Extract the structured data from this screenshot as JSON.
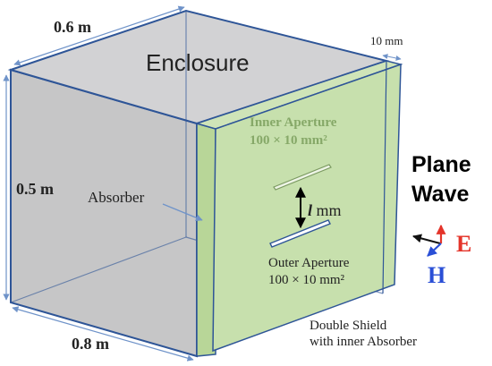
{
  "figure": {
    "title": "Enclosure",
    "dims": {
      "depth": "0.6 m",
      "height": "0.5 m",
      "width": "0.8 m",
      "thickness": "10 mm"
    },
    "labels": {
      "absorber": "Absorber",
      "inner_aperture": "Inner Aperture",
      "inner_aperture_size": "100 × 10 mm²",
      "outer_aperture": "Outer Aperture",
      "outer_aperture_size": "100 × 10 mm²",
      "spacing_var": "l",
      "spacing_unit": " mm",
      "shield_line1": "Double Shield",
      "shield_line2": "with inner Absorber"
    },
    "wave": {
      "line1": "Plane",
      "line2": "Wave",
      "e_label": "E",
      "h_label": "H"
    },
    "colors": {
      "box_gray": "#c6c6c7",
      "box_top": "#d6d6d8",
      "shield_green": "#c7e0ad",
      "edge_blue": "#2e5597",
      "inner_text_green": "#86a868",
      "e_color": "#e4342a",
      "h_color": "#2a4fd6"
    }
  }
}
